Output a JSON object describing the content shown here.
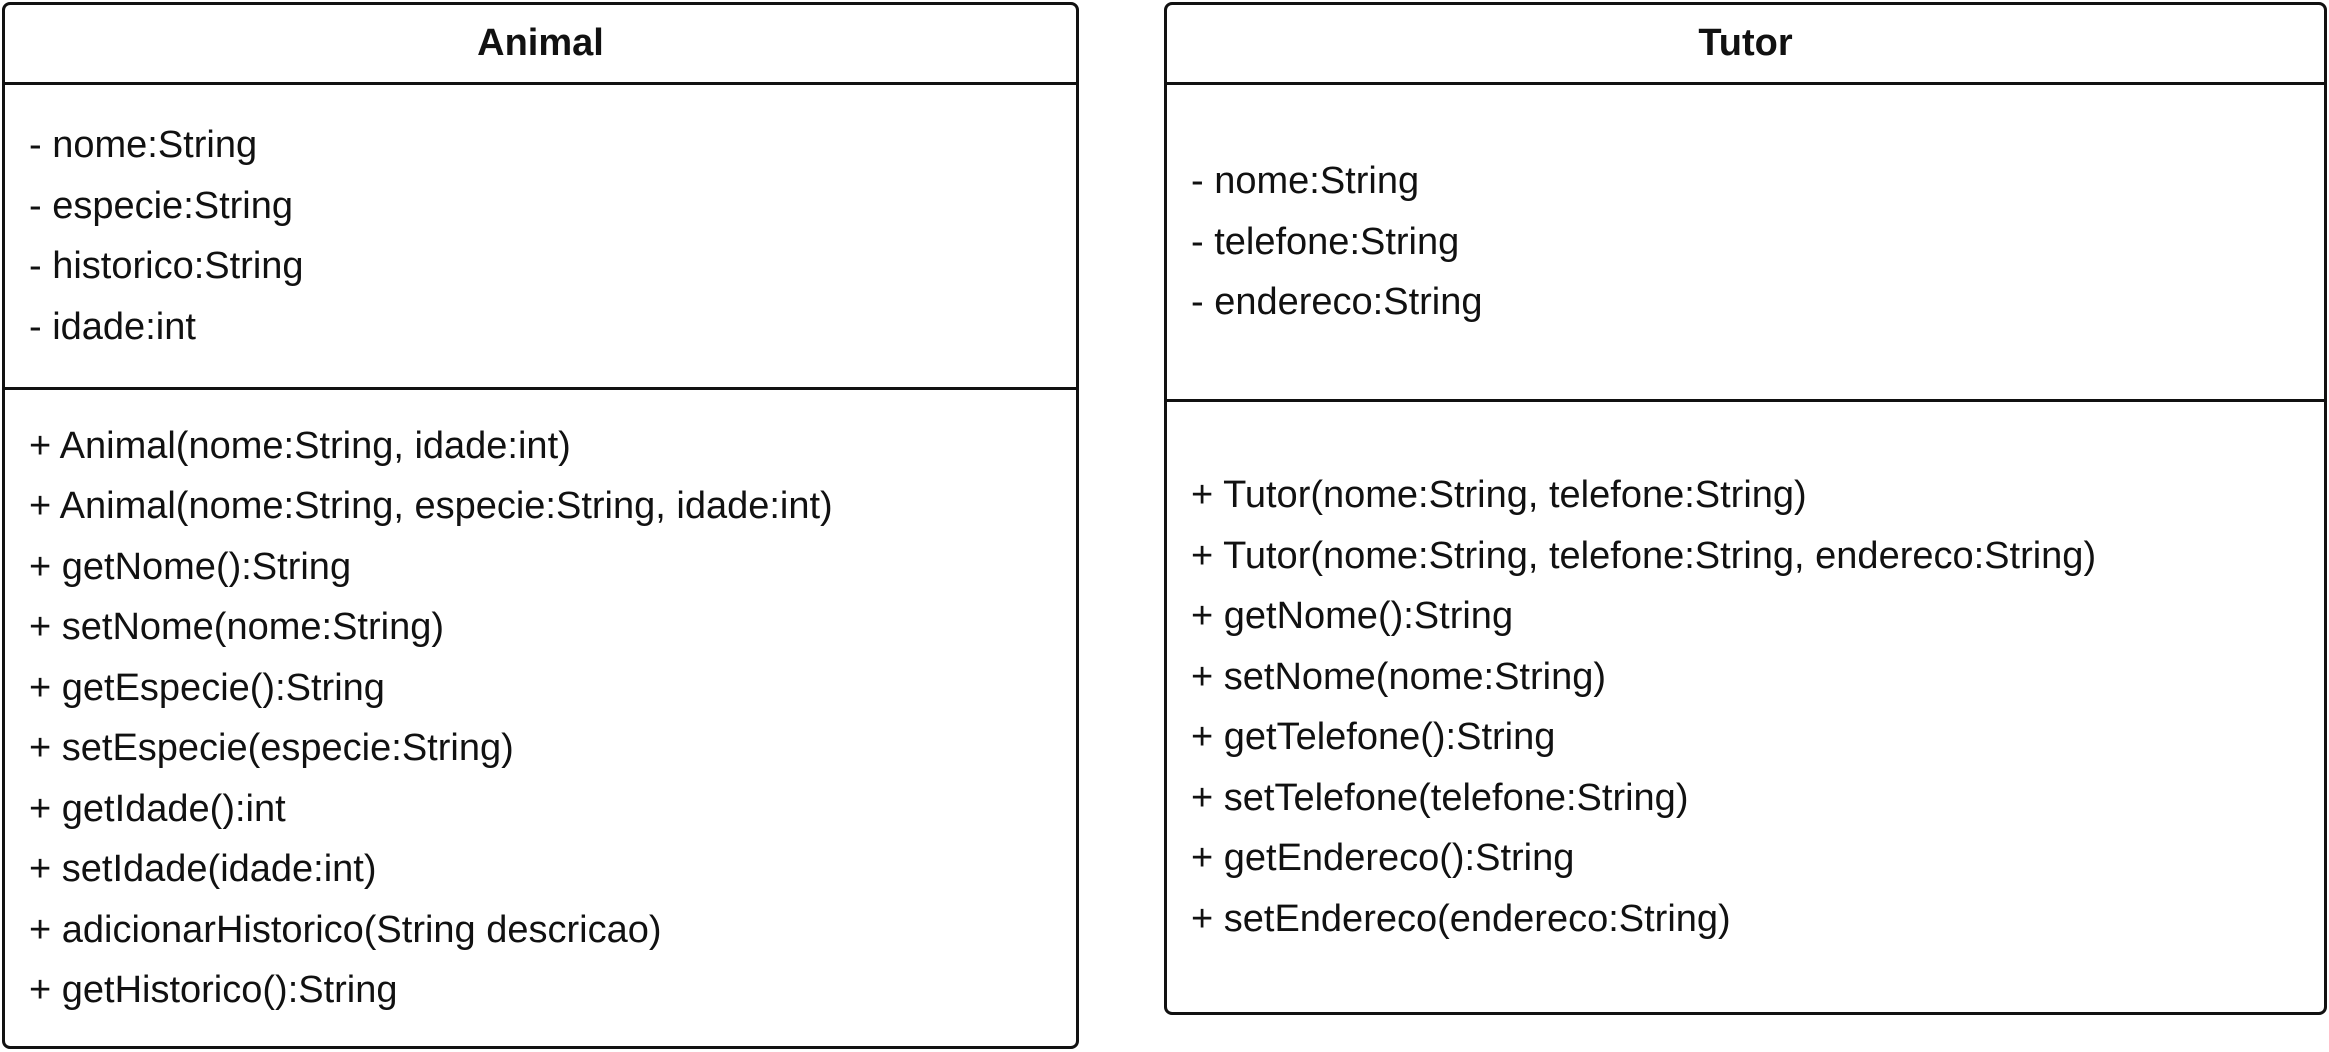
{
  "classes": [
    {
      "name": "Animal",
      "attributes": [
        "- nome:String",
        "- especie:String",
        "- historico:String",
        "- idade:int"
      ],
      "methods": [
        "+ Animal(nome:String, idade:int)",
        "+ Animal(nome:String, especie:String, idade:int)",
        "+ getNome():String",
        "+ setNome(nome:String)",
        "+ getEspecie():String",
        "+ setEspecie(especie:String)",
        "+ getIdade():int",
        "+ setIdade(idade:int)",
        "+ adicionarHistorico(String descricao)",
        "+ getHistorico():String"
      ]
    },
    {
      "name": "Tutor",
      "attributes": [
        "- nome:String",
        "- telefone:String",
        "- endereco:String"
      ],
      "methods": [
        "+ Tutor(nome:String, telefone:String)",
        "+ Tutor(nome:String, telefone:String, endereco:String)",
        "+ getNome():String",
        "+ setNome(nome:String)",
        "+ getTelefone():String",
        "+ setTelefone(telefone:String)",
        "+ getEndereco():String",
        "+ setEndereco(endereco:String)"
      ]
    }
  ]
}
